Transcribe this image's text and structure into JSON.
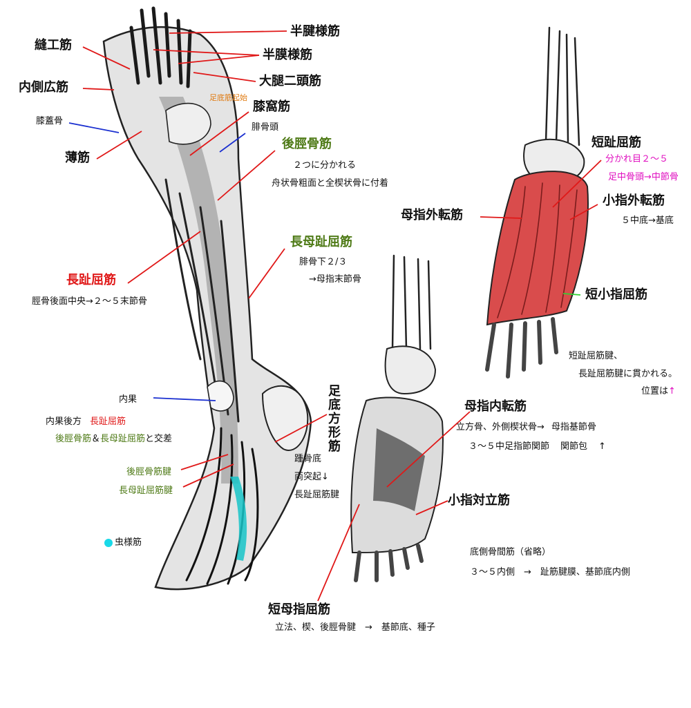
{
  "colors": {
    "red_line": "#e01818",
    "blue_line": "#1a2fd0",
    "green_line": "#30d030",
    "green_text": "#4e7a16",
    "magenta_text": "#e010c0",
    "orange_text": "#e07a10",
    "red_muscle": "#d94c4c",
    "cyan_muscle": "#18c4c8",
    "lumbrical_dot": "#19d9e8"
  },
  "labels": {
    "hanken": "半腱様筋",
    "hanmaku": "半膜様筋",
    "daitai": "大腿二頭筋",
    "hoko": "縫工筋",
    "naisoku": "内側広筋",
    "shitsugai": "膝蓋骨",
    "hakuken": "薄筋",
    "sokutei_kishi": "足底筋起始",
    "shikka": "膝窩筋",
    "hikotou": "腓骨頭",
    "kokeikotsu": "後脛骨筋",
    "kokeikotsu_note1": "２つに分かれる",
    "kokeikotsu_note2": "舟状骨粗面と全楔状骨に付着",
    "chobo": "長母趾屈筋",
    "chobo_note1": "腓骨下２/３",
    "chobo_note2": "→母指末節骨",
    "choshi": "長趾屈筋",
    "choshi_note": "脛骨後面中央→２～５末節骨",
    "naika": "内果",
    "naika_back": "内果後方",
    "naika_back_red": "長趾屈筋",
    "cross_green1": "後脛骨筋",
    "cross_amp": "＆",
    "cross_green2": "長母趾屈筋",
    "cross_tail": "と交差",
    "kokei_tendon": "後脛骨筋腱",
    "chobo_tendon": "長母趾屈筋腱",
    "lumbrical": "虫様筋",
    "sokutei_houkei": "足底方形筋",
    "houkei_note1": "踵骨底",
    "houkei_note2": "両突起↓",
    "houkei_note3": "長趾屈筋腱",
    "tanshi": "短趾屈筋",
    "tanshi_note1": "分かれ目２～５",
    "tanshi_note2": "足中骨頭→中節骨",
    "boshi_gaiten": "母指外転筋",
    "shoshi_gaiten": "小指外転筋",
    "shoshi_gaiten_note": "５中底→基底",
    "tansho_shikutsu": "短小指屈筋",
    "tanshi_tendon1": "短趾屈筋腱、",
    "tanshi_tendon2": "長趾屈筋腱に貫かれる。",
    "position": "位置は",
    "position_arrow": "↑",
    "boshi_naiten": "母指内転筋",
    "naiten_note1a": "立方骨、外側楔状骨→",
    "naiten_note1b": "母指基節骨",
    "naiten_note2a": "３～５中足指節関節",
    "naiten_note2b": "関節包",
    "naiten_note2c": "↑",
    "shoshi_taiki": "小指対立筋",
    "teisoku": "底側骨間筋（省略）",
    "teisoku_note": "３～５内側　→　趾筋腱膜、基節底内側",
    "tanbo": "短母指屈筋",
    "tanbo_note": "立法、楔、後脛骨腱　→　基節底、種子"
  }
}
